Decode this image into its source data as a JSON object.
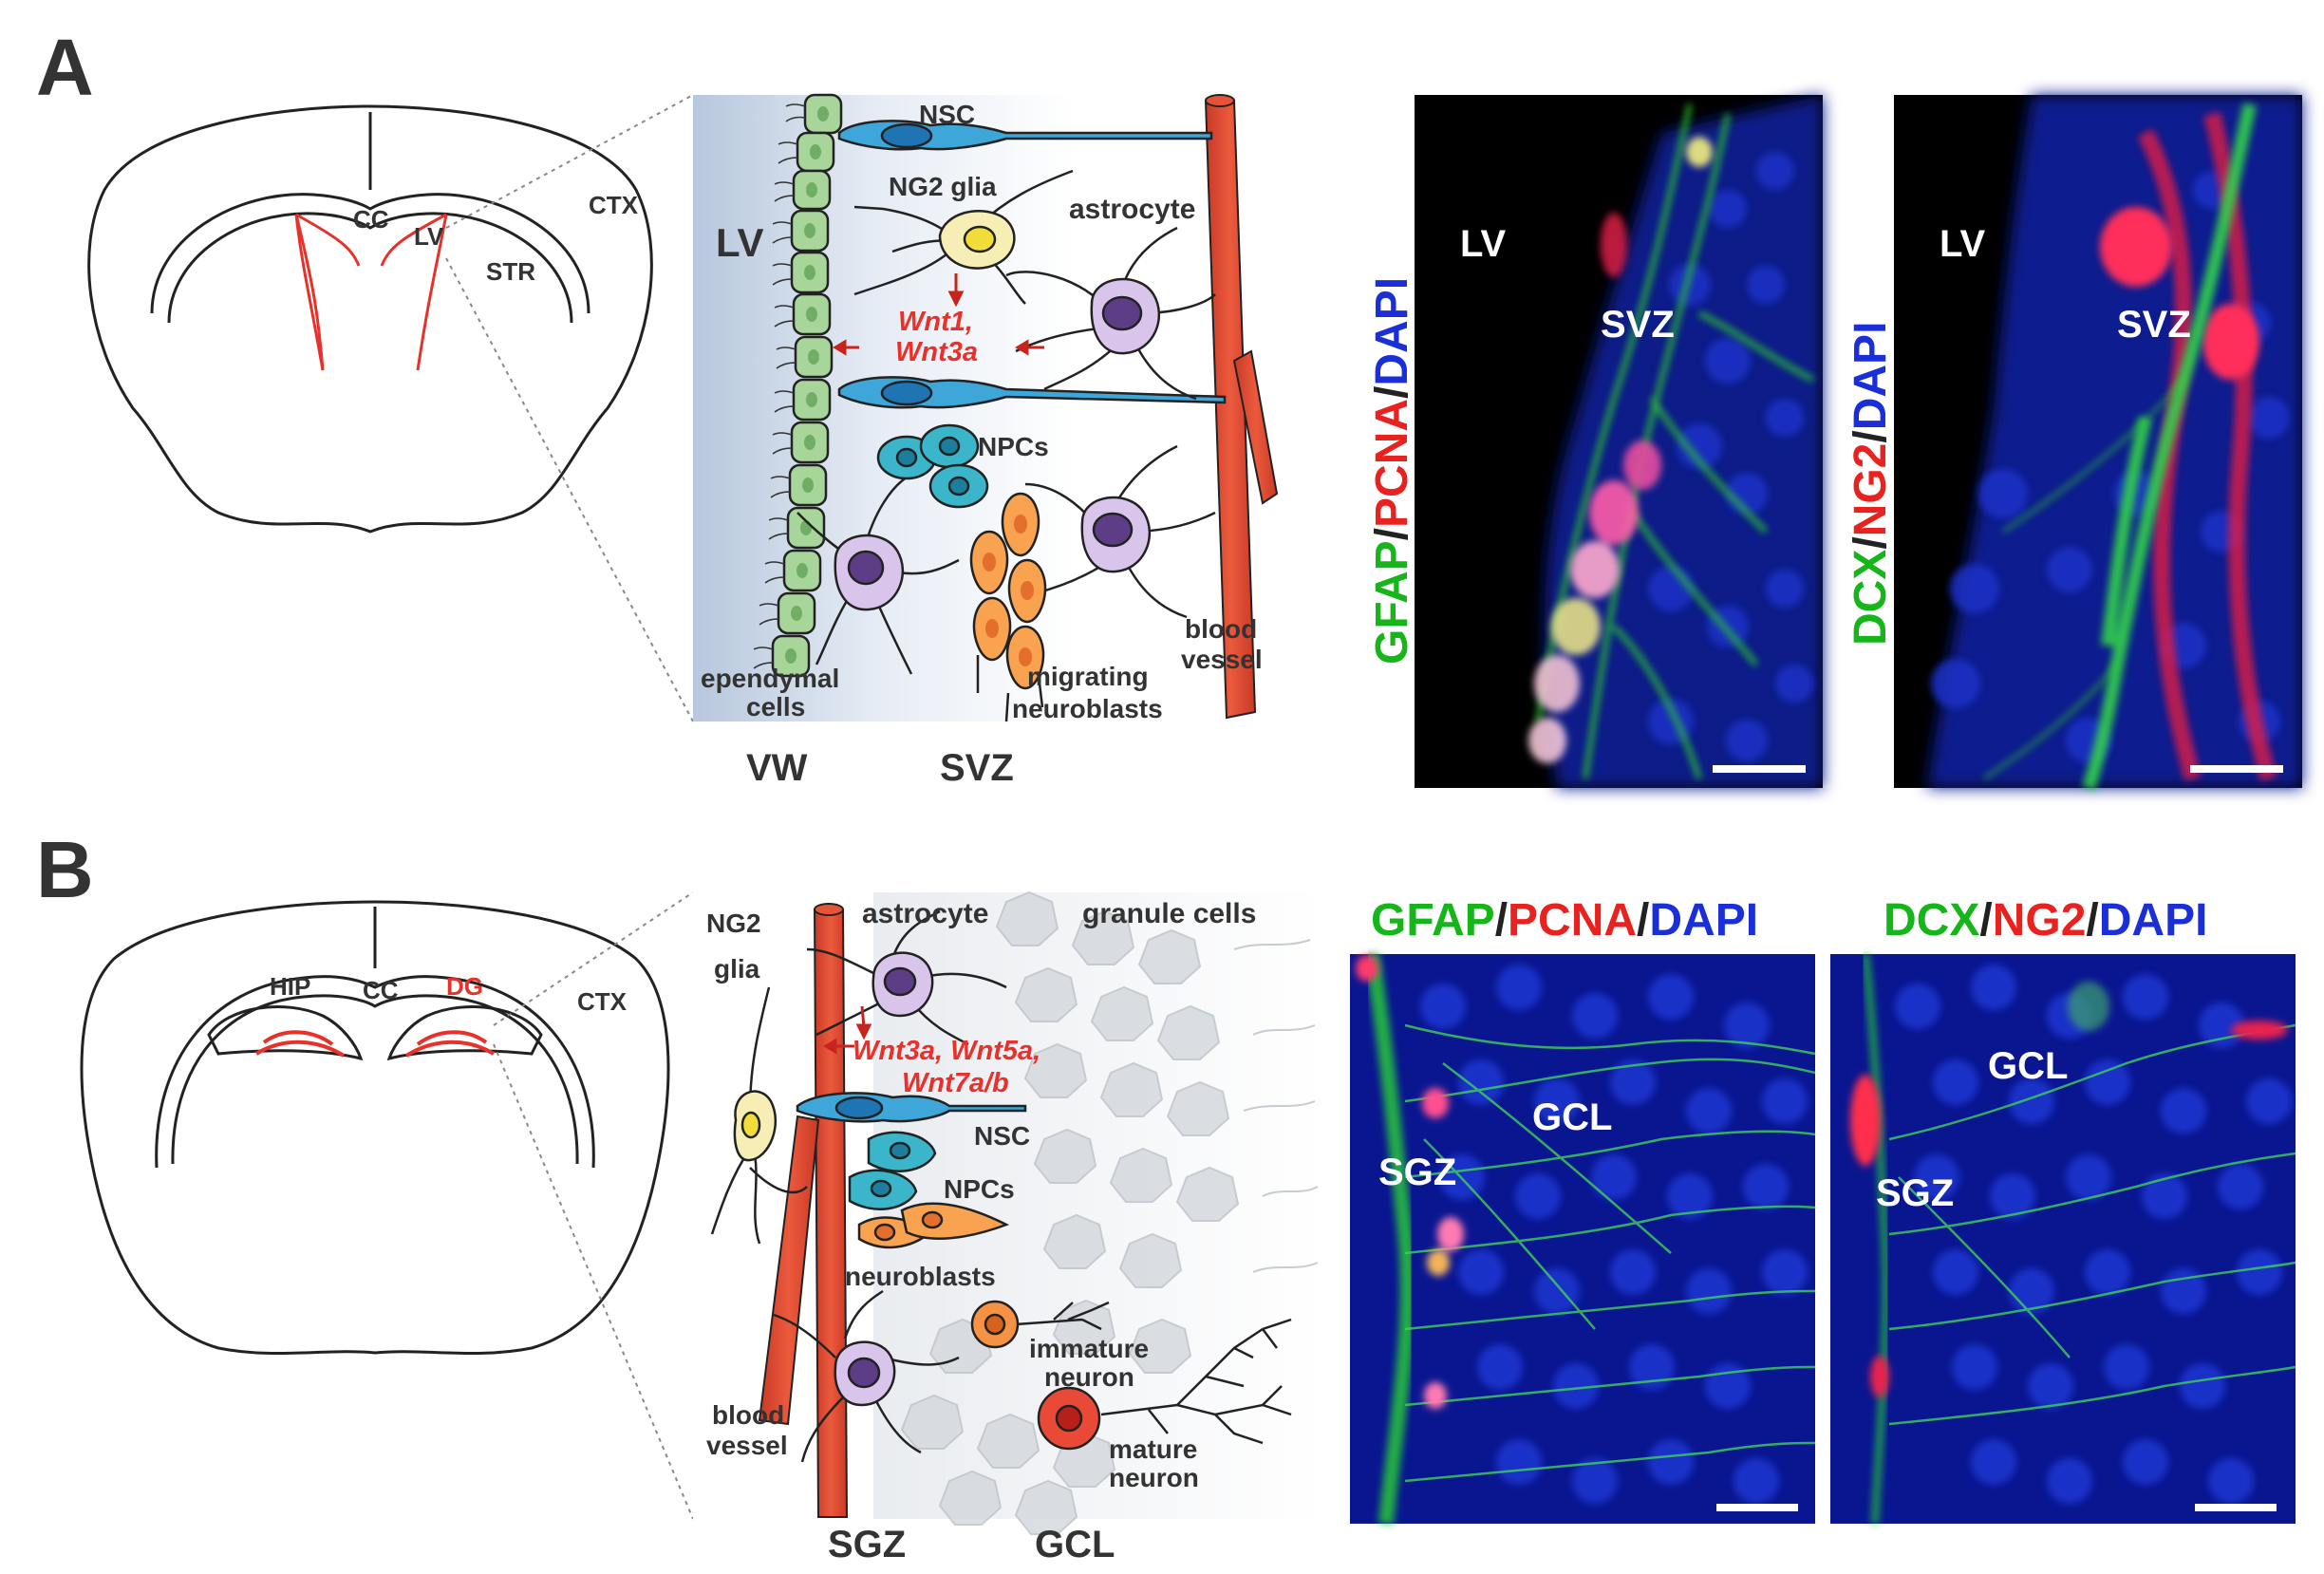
{
  "panel_a": {
    "letter": "A",
    "brain": {
      "cc": "CC",
      "lv": "LV",
      "ctx": "CTX",
      "str": "STR"
    },
    "schematic": {
      "lv": "LV",
      "nsc": "NSC",
      "ng2_glia": "NG2 glia",
      "astrocyte": "astrocyte",
      "wnt_line1": "Wnt1,",
      "wnt_line2": "Wnt3a",
      "npcs": "NPCs",
      "ependymal_1": "ependymal",
      "ependymal_2": "cells",
      "migrating_1": "migrating",
      "migrating_2": "neuroblasts",
      "blood_1": "blood",
      "blood_2": "vessel",
      "vw": "VW",
      "svz": "SVZ"
    },
    "micro_left": {
      "stain": [
        {
          "text": "GFAP",
          "color": "#16b51a"
        },
        {
          "text": "/",
          "color": "#222222"
        },
        {
          "text": "PCNA",
          "color": "#e8231f"
        },
        {
          "text": "/",
          "color": "#222222"
        },
        {
          "text": "DAPI",
          "color": "#1b2fd8"
        }
      ],
      "lv": "LV",
      "svz": "SVZ"
    },
    "micro_right": {
      "stain": [
        {
          "text": "DCX",
          "color": "#16b51a"
        },
        {
          "text": "/",
          "color": "#222222"
        },
        {
          "text": "NG2",
          "color": "#e8231f"
        },
        {
          "text": "/",
          "color": "#222222"
        },
        {
          "text": "DAPI",
          "color": "#1b2fd8"
        }
      ],
      "lv": "LV",
      "svz": "SVZ"
    }
  },
  "panel_b": {
    "letter": "B",
    "brain": {
      "hip": "HIP",
      "cc": "CC",
      "dg": "DG",
      "ctx": "CTX"
    },
    "schematic": {
      "ng2_1": "NG2",
      "ng2_2": "glia",
      "astrocyte": "astrocyte",
      "granule": "granule cells",
      "wnt_line1": "Wnt3a, Wnt5a,",
      "wnt_line2": "Wnt7a/b",
      "nsc": "NSC",
      "npcs": "NPCs",
      "neuroblasts": "neuroblasts",
      "immature_1": "immature",
      "immature_2": "neuron",
      "mature_1": "mature",
      "mature_2": "neuron",
      "blood_1": "blood",
      "blood_2": "vessel",
      "sgz": "SGZ",
      "gcl": "GCL"
    },
    "micro_left": {
      "stain": [
        {
          "text": "GFAP",
          "color": "#16b51a"
        },
        {
          "text": "/",
          "color": "#222222"
        },
        {
          "text": "PCNA",
          "color": "#e8231f"
        },
        {
          "text": "/",
          "color": "#222222"
        },
        {
          "text": "DAPI",
          "color": "#1b2fd8"
        }
      ],
      "sgz": "SGZ",
      "gcl": "GCL"
    },
    "micro_right": {
      "stain": [
        {
          "text": "DCX",
          "color": "#16b51a"
        },
        {
          "text": "/",
          "color": "#222222"
        },
        {
          "text": "NG2",
          "color": "#e8231f"
        },
        {
          "text": "/",
          "color": "#222222"
        },
        {
          "text": "DAPI",
          "color": "#1b2fd8"
        }
      ],
      "sgz": "SGZ",
      "gcl": "GCL"
    }
  }
}
